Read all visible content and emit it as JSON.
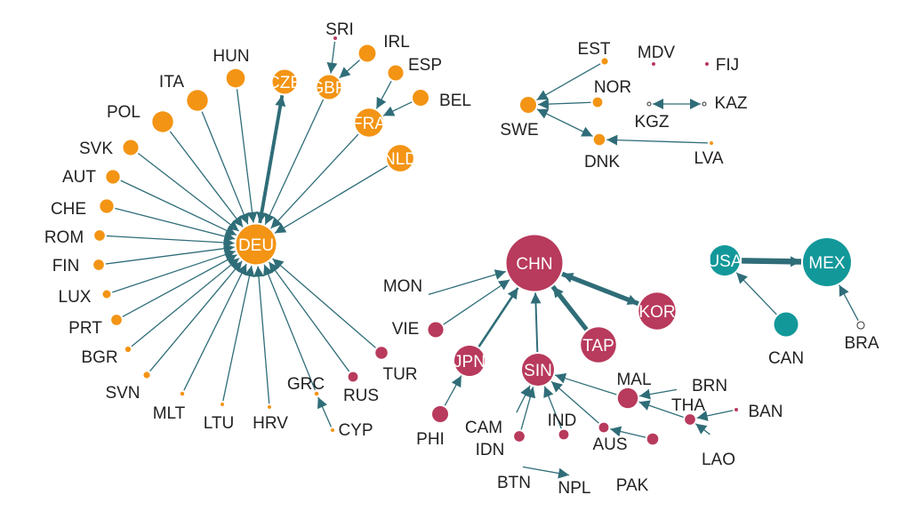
{
  "colors": {
    "europe": "#f39414",
    "asia": "#b83a5c",
    "americas": "#13989a",
    "edge": "#2f6d78"
  },
  "nodes": [
    {
      "id": "DEU",
      "group": "europe",
      "size": 5,
      "inside": true
    },
    {
      "id": "CZE",
      "group": "europe",
      "size": 3,
      "inside": true
    },
    {
      "id": "GBR",
      "group": "europe",
      "size": 3,
      "inside": true
    },
    {
      "id": "FRA",
      "group": "europe",
      "size": 3.5,
      "inside": true
    },
    {
      "id": "NLD",
      "group": "europe",
      "size": 3.3,
      "inside": true
    },
    {
      "id": "HUN",
      "group": "europe",
      "size": 2.3
    },
    {
      "id": "ITA",
      "group": "europe",
      "size": 2.6
    },
    {
      "id": "POL",
      "group": "europe",
      "size": 2.6
    },
    {
      "id": "SVK",
      "group": "europe",
      "size": 1.9
    },
    {
      "id": "AUT",
      "group": "europe",
      "size": 1.7
    },
    {
      "id": "CHE",
      "group": "europe",
      "size": 1.7
    },
    {
      "id": "ROM",
      "group": "europe",
      "size": 1.3
    },
    {
      "id": "FIN",
      "group": "europe",
      "size": 1.3
    },
    {
      "id": "LUX",
      "group": "europe",
      "size": 1.0
    },
    {
      "id": "PRT",
      "group": "europe",
      "size": 1.3
    },
    {
      "id": "BGR",
      "group": "europe",
      "size": 0.7
    },
    {
      "id": "SVN",
      "group": "europe",
      "size": 0.8
    },
    {
      "id": "MLT",
      "group": "europe",
      "size": 0.5
    },
    {
      "id": "LTU",
      "group": "europe",
      "size": 0.4
    },
    {
      "id": "HRV",
      "group": "europe",
      "size": 0.4
    },
    {
      "id": "GRC",
      "group": "europe",
      "size": 0.5
    },
    {
      "id": "CYP",
      "group": "europe",
      "size": 0.4
    },
    {
      "id": "RUS",
      "group": "asia",
      "size": 1.2
    },
    {
      "id": "TUR",
      "group": "asia",
      "size": 1.5
    },
    {
      "id": "SRI",
      "group": "asia",
      "size": 0.3
    },
    {
      "id": "IRL",
      "group": "europe",
      "size": 2.1
    },
    {
      "id": "ESP",
      "group": "europe",
      "size": 1.9
    },
    {
      "id": "BEL",
      "group": "europe",
      "size": 2.0
    },
    {
      "id": "EST",
      "group": "europe",
      "size": 0.8
    },
    {
      "id": "MDV",
      "group": "asia",
      "size": 0.1
    },
    {
      "id": "FIJ",
      "group": "asia",
      "size": 0.1
    },
    {
      "id": "NOR",
      "group": "europe",
      "size": 1.2
    },
    {
      "id": "SWE",
      "group": "europe",
      "size": 2.0
    },
    {
      "id": "KGZ",
      "group": "none",
      "size": 0.3
    },
    {
      "id": "KAZ",
      "group": "none",
      "size": 0.3
    },
    {
      "id": "DNK",
      "group": "europe",
      "size": 1.4
    },
    {
      "id": "LVA",
      "group": "europe",
      "size": 0.4
    },
    {
      "id": "CHN",
      "group": "asia",
      "size": 7,
      "inside": true
    },
    {
      "id": "KOR",
      "group": "asia",
      "size": 4.6,
      "inside": true
    },
    {
      "id": "TAP",
      "group": "asia",
      "size": 4.4,
      "inside": true
    },
    {
      "id": "JPN",
      "group": "asia",
      "size": 3.8,
      "inside": true
    },
    {
      "id": "SIN",
      "group": "asia",
      "size": 4.0,
      "inside": true
    },
    {
      "id": "MON",
      "group": "asia",
      "size": 0
    },
    {
      "id": "VIE",
      "group": "asia",
      "size": 1.9
    },
    {
      "id": "PHI",
      "group": "asia",
      "size": 2.0
    },
    {
      "id": "CAM",
      "group": "asia",
      "size": 0
    },
    {
      "id": "IDN",
      "group": "asia",
      "size": 1.3
    },
    {
      "id": "IND",
      "group": "asia",
      "size": 1.2
    },
    {
      "id": "AUS",
      "group": "asia",
      "size": 1.2
    },
    {
      "id": "MAL",
      "group": "asia",
      "size": 2.5
    },
    {
      "id": "BRN",
      "group": "asia",
      "size": 0
    },
    {
      "id": "THA",
      "group": "asia",
      "size": 1.3
    },
    {
      "id": "BAN",
      "group": "asia",
      "size": 0.3
    },
    {
      "id": "LAO",
      "group": "asia",
      "size": 0
    },
    {
      "id": "PAK",
      "group": "asia",
      "size": 1.4
    },
    {
      "id": "BTN",
      "group": "asia",
      "size": 0
    },
    {
      "id": "NPL",
      "group": "asia",
      "size": 0
    },
    {
      "id": "USA",
      "group": "americas",
      "size": 3.8,
      "inside": true
    },
    {
      "id": "MEX",
      "group": "americas",
      "size": 6.0,
      "inside": true
    },
    {
      "id": "CAN",
      "group": "americas",
      "size": 3.0
    },
    {
      "id": "BRA",
      "group": "white",
      "size": 0.9
    }
  ],
  "edges": [
    {
      "from": "CZE",
      "to": "DEU",
      "weight": 3,
      "bidirectional": true
    },
    {
      "from": "HUN",
      "to": "DEU",
      "weight": 1
    },
    {
      "from": "ITA",
      "to": "DEU",
      "weight": 1
    },
    {
      "from": "POL",
      "to": "DEU",
      "weight": 1
    },
    {
      "from": "SVK",
      "to": "DEU",
      "weight": 1
    },
    {
      "from": "AUT",
      "to": "DEU",
      "weight": 1
    },
    {
      "from": "CHE",
      "to": "DEU",
      "weight": 1
    },
    {
      "from": "ROM",
      "to": "DEU",
      "weight": 1
    },
    {
      "from": "FIN",
      "to": "DEU",
      "weight": 1
    },
    {
      "from": "LUX",
      "to": "DEU",
      "weight": 1
    },
    {
      "from": "PRT",
      "to": "DEU",
      "weight": 1
    },
    {
      "from": "BGR",
      "to": "DEU",
      "weight": 1
    },
    {
      "from": "SVN",
      "to": "DEU",
      "weight": 1
    },
    {
      "from": "MLT",
      "to": "DEU",
      "weight": 1
    },
    {
      "from": "LTU",
      "to": "DEU",
      "weight": 1
    },
    {
      "from": "HRV",
      "to": "DEU",
      "weight": 1
    },
    {
      "from": "GRC",
      "to": "DEU",
      "weight": 1
    },
    {
      "from": "RUS",
      "to": "DEU",
      "weight": 1
    },
    {
      "from": "TUR",
      "to": "DEU",
      "weight": 1
    },
    {
      "from": "GBR",
      "to": "DEU",
      "weight": 1
    },
    {
      "from": "FRA",
      "to": "DEU",
      "weight": 1
    },
    {
      "from": "NLD",
      "to": "DEU",
      "weight": 1
    },
    {
      "from": "CYP",
      "to": "GRC",
      "weight": 1
    },
    {
      "from": "SRI",
      "to": "GBR",
      "weight": 1
    },
    {
      "from": "IRL",
      "to": "GBR",
      "weight": 1
    },
    {
      "from": "ESP",
      "to": "FRA",
      "weight": 1
    },
    {
      "from": "BEL",
      "to": "FRA",
      "weight": 1
    },
    {
      "from": "EST",
      "to": "SWE",
      "weight": 1
    },
    {
      "from": "NOR",
      "to": "SWE",
      "weight": 1
    },
    {
      "from": "DNK",
      "to": "SWE",
      "weight": 1,
      "bidirectional": true
    },
    {
      "from": "LVA",
      "to": "DNK",
      "weight": 1
    },
    {
      "from": "KGZ",
      "to": "KAZ",
      "weight": 1,
      "bidirectional": true
    },
    {
      "from": "KOR",
      "to": "CHN",
      "weight": 4,
      "bidirectional": true
    },
    {
      "from": "TAP",
      "to": "CHN",
      "weight": 4
    },
    {
      "from": "JPN",
      "to": "CHN",
      "weight": 2
    },
    {
      "from": "SIN",
      "to": "CHN",
      "weight": 1.5
    },
    {
      "from": "MON",
      "to": "CHN",
      "weight": 1
    },
    {
      "from": "VIE",
      "to": "CHN",
      "weight": 1
    },
    {
      "from": "PHI",
      "to": "JPN",
      "weight": 1
    },
    {
      "from": "CAM",
      "to": "SIN",
      "weight": 1
    },
    {
      "from": "IDN",
      "to": "SIN",
      "weight": 1
    },
    {
      "from": "IND",
      "to": "SIN",
      "weight": 1
    },
    {
      "from": "AUS",
      "to": "SIN",
      "weight": 1
    },
    {
      "from": "MAL",
      "to": "SIN",
      "weight": 1
    },
    {
      "from": "BRN",
      "to": "MAL",
      "weight": 1
    },
    {
      "from": "THA",
      "to": "MAL",
      "weight": 1
    },
    {
      "from": "BAN",
      "to": "THA",
      "weight": 1
    },
    {
      "from": "LAO",
      "to": "THA",
      "weight": 1
    },
    {
      "from": "PAK",
      "to": "AUS",
      "weight": 1
    },
    {
      "from": "BTN",
      "to": "NPL",
      "weight": 1
    },
    {
      "from": "USA",
      "to": "MEX",
      "weight": 5
    },
    {
      "from": "CAN",
      "to": "USA",
      "weight": 1
    },
    {
      "from": "BRA",
      "to": "MEX",
      "weight": 1
    }
  ]
}
